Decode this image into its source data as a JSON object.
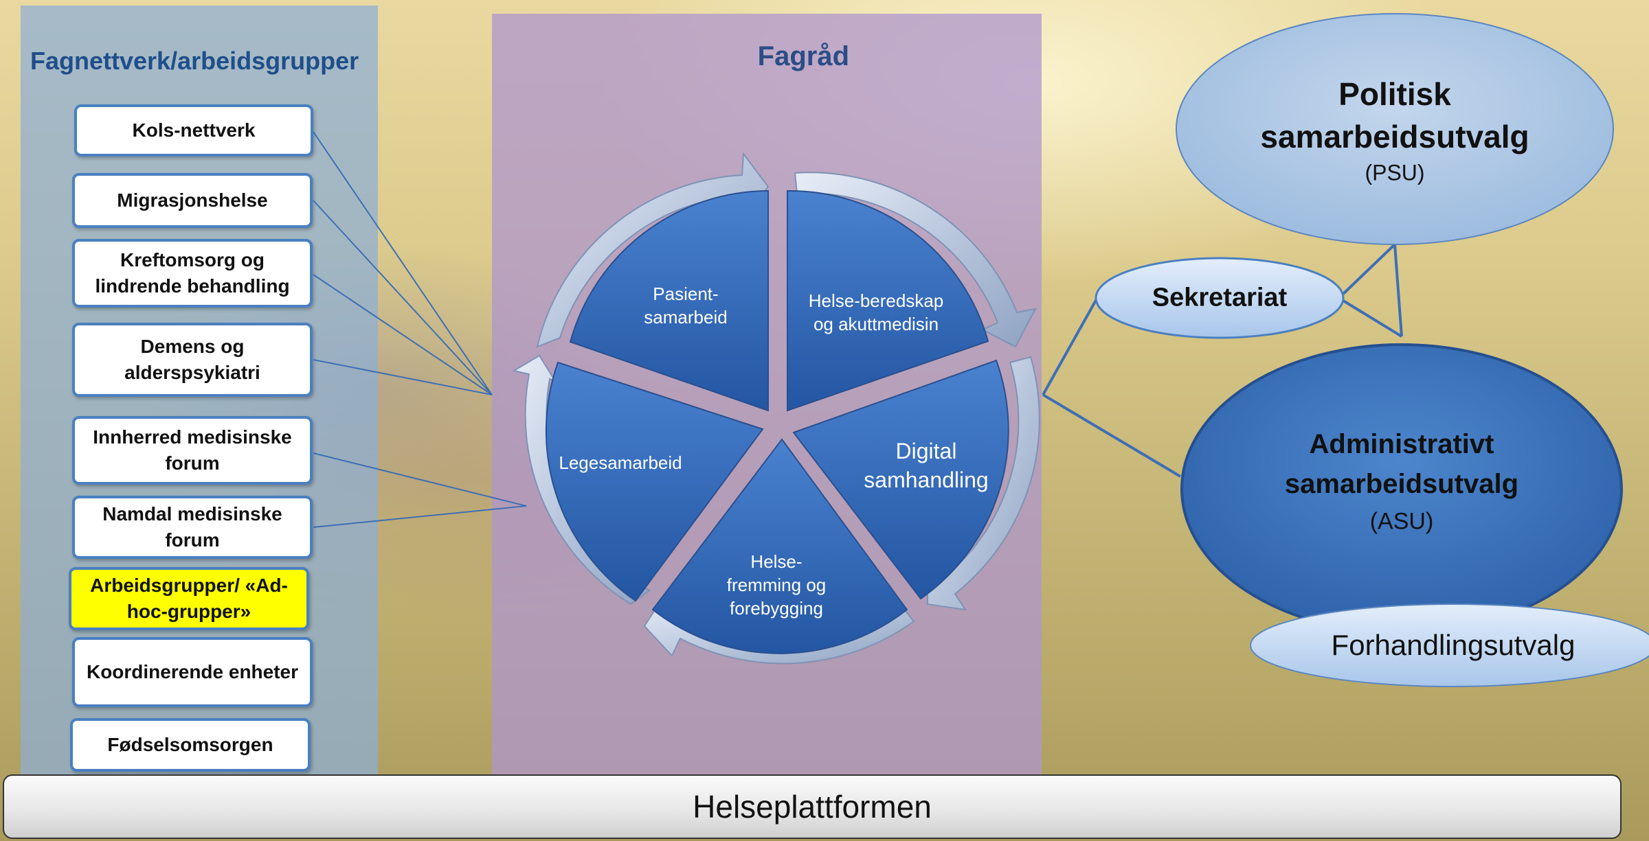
{
  "left_panel": {
    "title": "Fagnettverk/arbeidsgrupper",
    "items": [
      {
        "label": "Kols-nettverk"
      },
      {
        "label": "Migrasjonshelse"
      },
      {
        "label": "Kreftomsorg og lindrende behandling"
      },
      {
        "label": "Demens og alderspsykiatri"
      },
      {
        "label": "Innherred medisinske forum"
      },
      {
        "label": "Namdal medisinske forum"
      },
      {
        "label": "Arbeidsgrupper/ «Ad-hoc-grupper»"
      },
      {
        "label": "Koordinerende enheter"
      },
      {
        "label": "Fødselsomsorgen"
      }
    ]
  },
  "middle_panel": {
    "title": "Fagråd",
    "segments": [
      {
        "label": "Pasient-\nsamarbeid"
      },
      {
        "label": "Helse-beredskap\nog akuttmedisin"
      },
      {
        "label": "Digital\nsamhandling"
      },
      {
        "label": "Helse-\nfremming og\nforebygging"
      },
      {
        "label": "Legesamarbeid"
      }
    ]
  },
  "right": {
    "psu": {
      "title": "Politisk\nsamarbeidsutvalg",
      "abbr": "(PSU)"
    },
    "sekretariat": "Sekretariat",
    "asu": {
      "title": "Administrativt\nsamarbeidsutvalg",
      "abbr": "(ASU)"
    },
    "forhandling": "Forhandlingsutvalg"
  },
  "bottom": {
    "label": "Helseplattformen"
  },
  "colors": {
    "segment_blue": "#2f65b3",
    "left_panel_blue": "#8cafd7",
    "mid_panel_purple": "#af96cd",
    "highlight_yellow": "#ffff00",
    "ellipse_light": "#a9c5e2",
    "ellipse_dark": "#3a72b8"
  }
}
